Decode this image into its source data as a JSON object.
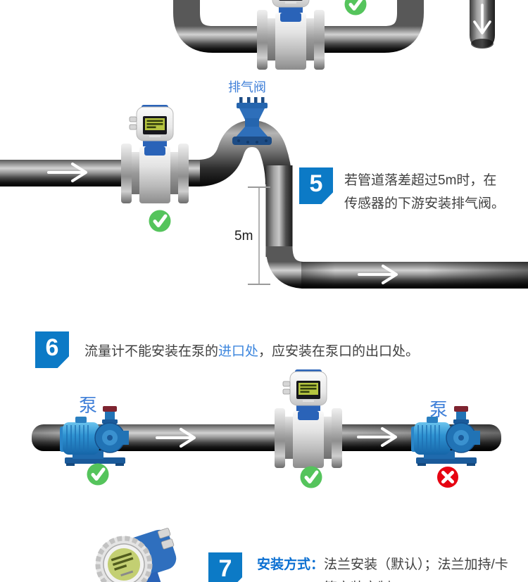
{
  "colors": {
    "badge_blue": "#0c7ac6",
    "label_blue": "#3f7fd8",
    "link_blue": "#3e87de",
    "text_dark": "#404040",
    "check_green": "#55c45c",
    "cross_red": "#e60412"
  },
  "icons": {
    "check": "check-mark-in-green-circle",
    "cross": "x-mark-in-red-circle",
    "flow_arrow": "white-right-arrow-on-pipe",
    "down_arrow": "white-down-arrow-on-pipe"
  },
  "section5": {
    "badge": "5",
    "valve_label": "排气阀",
    "dimension": "5m",
    "lines": [
      "若管道落差超过5m时，在",
      "传感器的下游安装排气阀。"
    ]
  },
  "section6": {
    "badge": "6",
    "text_pre": "流量计不能安装在泵的",
    "text_highlight": "进口处",
    "text_post": "，应安装在泵口的出口处。",
    "pump_left_label": "泵",
    "pump_right_label": "泵"
  },
  "section7": {
    "badge": "7",
    "method_label": "安装方式：",
    "line1": "法兰安装（默认）；法兰加持/卡",
    "line2": "箍安装定制"
  }
}
